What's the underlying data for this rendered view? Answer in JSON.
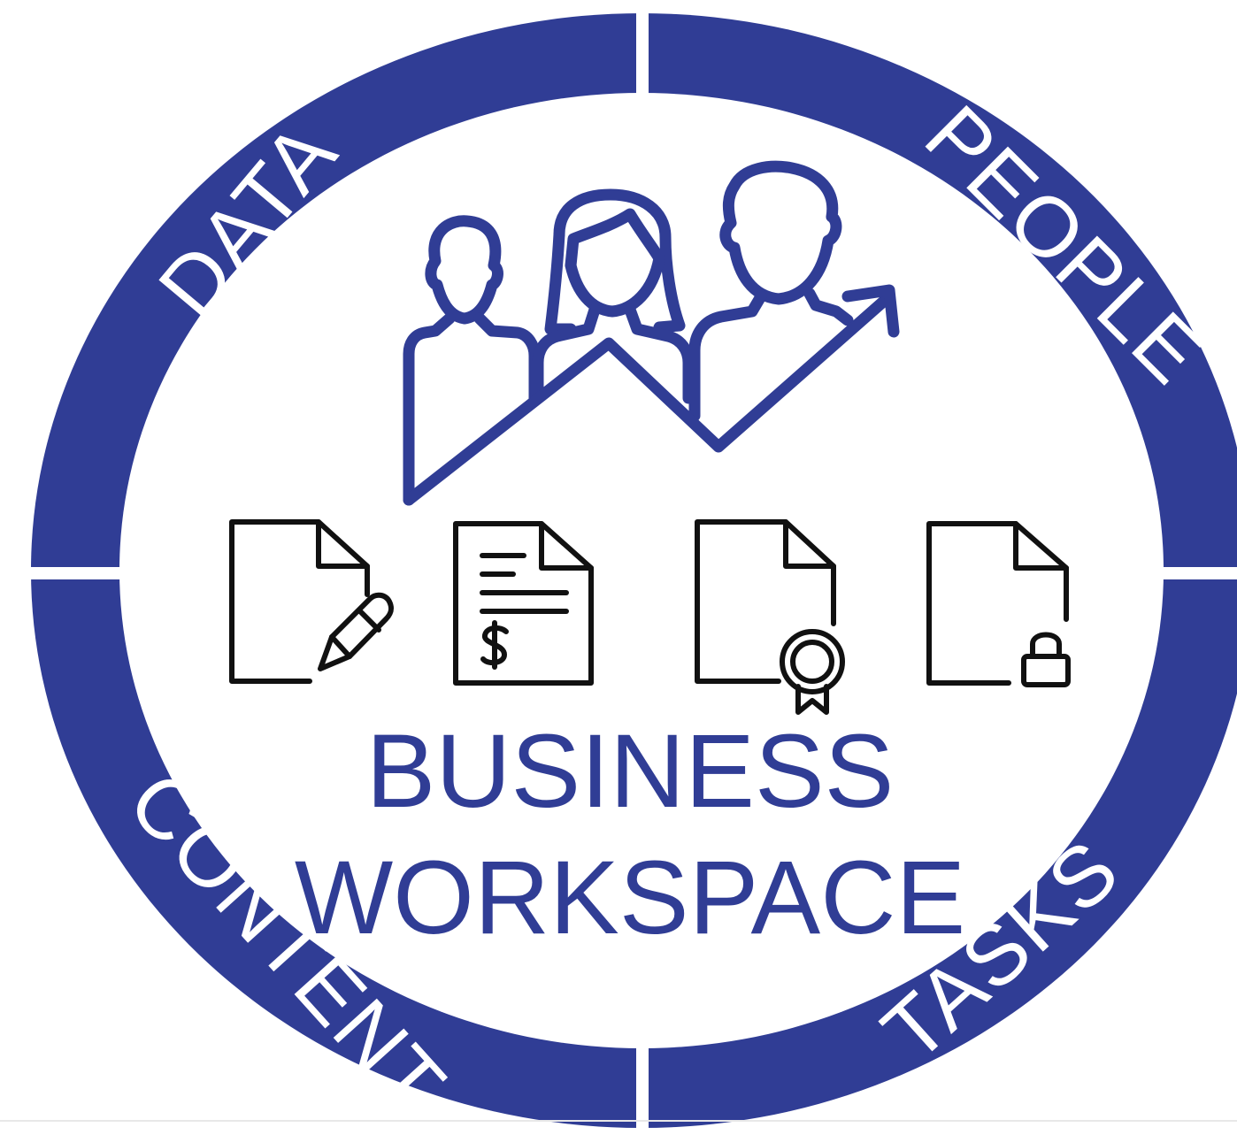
{
  "colors": {
    "ring": "#303d95",
    "divider": "#ffffff",
    "title": "#303d95",
    "doc_stroke": "#111111"
  },
  "segments": {
    "data": "DATA",
    "people": "PEOPLE",
    "content": "CONTENT",
    "tasks": "TASKS"
  },
  "title": {
    "line1": "BUSINESS",
    "line2": "WORKSPACE"
  },
  "icons": {
    "people": "people-growth-icon",
    "doc1": "document-edit-icon",
    "doc2": "invoice-dollar-icon",
    "doc3": "certificate-document-icon",
    "doc4": "locked-document-icon"
  }
}
